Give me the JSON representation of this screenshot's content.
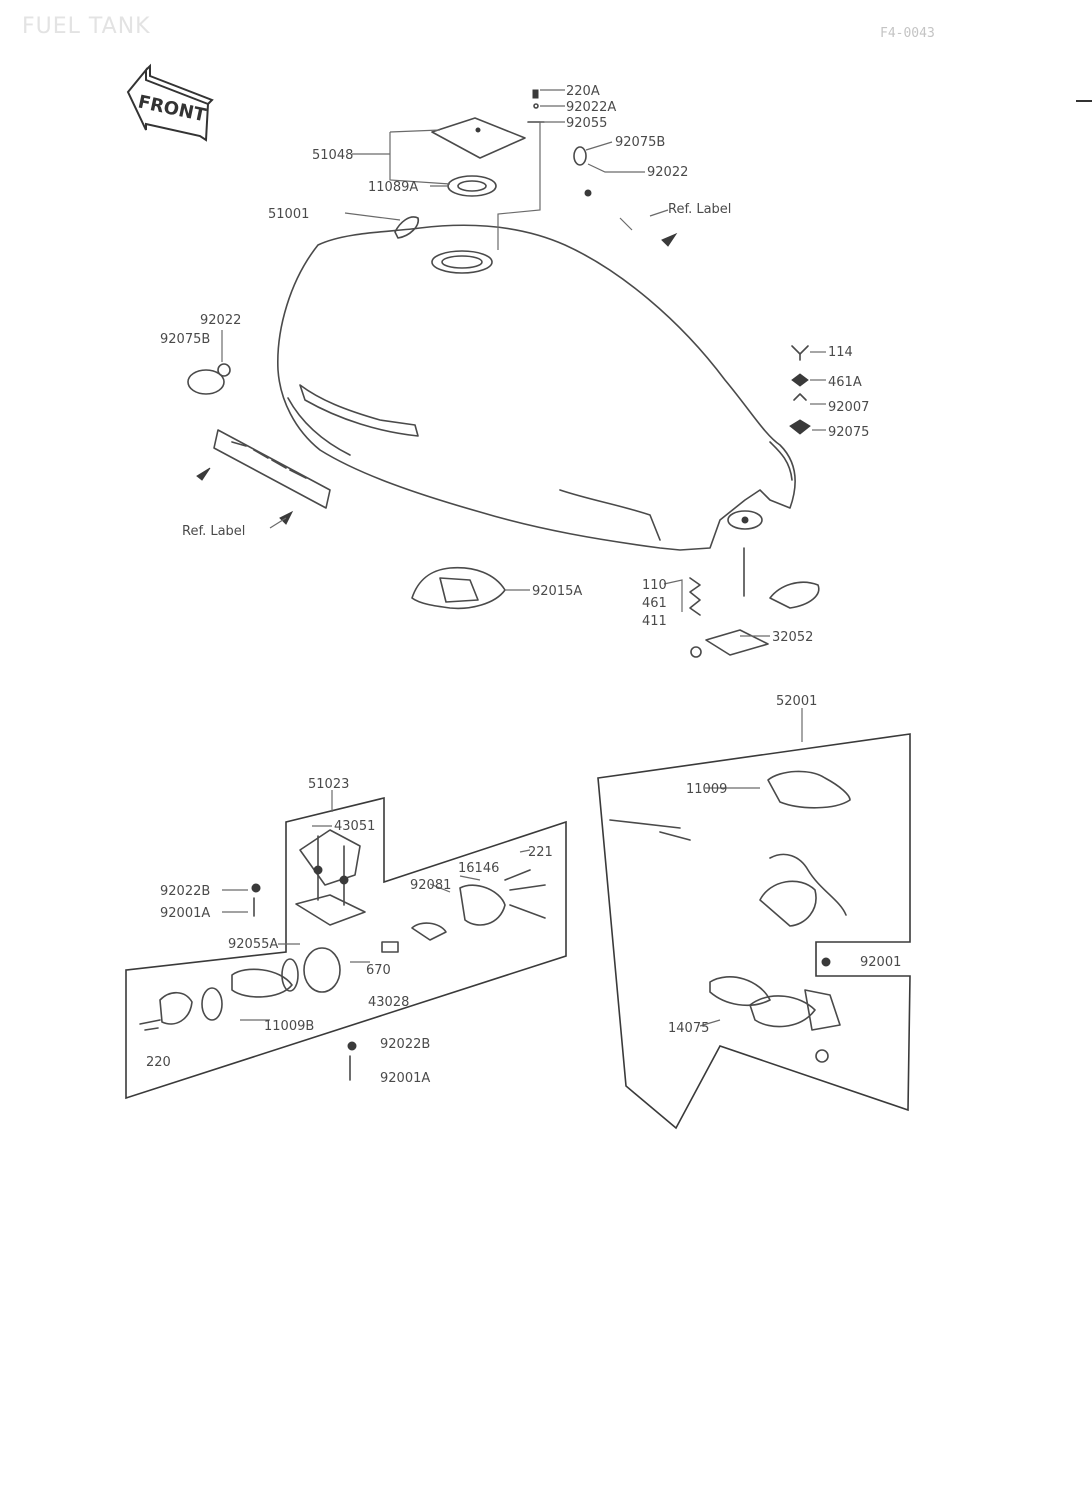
{
  "header": {
    "title": "FUEL TANK",
    "code": "F4-0043"
  },
  "front_arrow": {
    "label": "FRONT"
  },
  "callouts": {
    "p220a": "220A",
    "p92022a": "92022A",
    "p92055": "92055",
    "p92075b": "92075B",
    "p92022": "92022",
    "p51048": "51048",
    "p11089a": "11089A",
    "p51001": "51001",
    "ref_label_top": "Ref. Label",
    "p92022_left": "92022",
    "p92075b_left": "92075B",
    "p114": "114",
    "p461a": "461A",
    "p92007": "92007",
    "p92075": "92075",
    "ref_label_bottom": "Ref. Label",
    "p92015a": "92015A",
    "p110": "110",
    "p461": "461",
    "p411": "411",
    "p32052": "32052",
    "p52001": "52001",
    "p51023": "51023",
    "p43051": "43051",
    "p221": "221",
    "p16146": "16146",
    "p92081": "92081",
    "p92022b_top": "92022B",
    "p92001a_top": "92001A",
    "p92055a": "92055A",
    "p670": "670",
    "p43028": "43028",
    "p11009b": "11009B",
    "p220": "220",
    "p92022b_bottom": "92022B",
    "p92001a_bottom": "92001A",
    "p11009": "11009",
    "p92001": "92001",
    "p14075": "14075"
  }
}
